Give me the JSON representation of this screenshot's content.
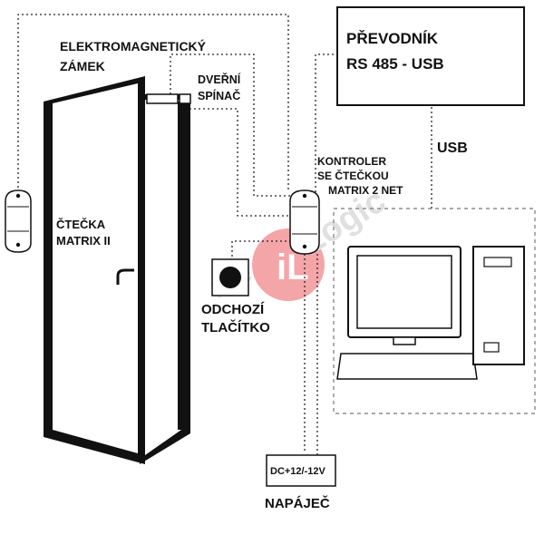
{
  "labels": {
    "lock_line1": "ELEKTROMAGNETICKÝ",
    "lock_line2": "ZÁMEK",
    "door_switch_line1": "DVEŘNÍ",
    "door_switch_line2": "SPÍNAČ",
    "converter_line1": "PŘEVODNÍK",
    "converter_line2": "RS 485 - USB",
    "usb": "USB",
    "controller_line1": "KONTROLER",
    "controller_line2": "SE ČTEČKOU",
    "controller_line3": "MATRIX 2 NET",
    "reader_line1": "ČTEČKA",
    "reader_line2": "MATRIX II",
    "exit_line1": "ODCHOZÍ",
    "exit_line2": "TLAČÍTKO",
    "power_box": "DC+12/-12V",
    "power": "NAPÁJEČ"
  },
  "watermark": "iLogic",
  "colors": {
    "watermark_red": "#e3262b",
    "watermark_grey": "#c8c8c8"
  }
}
